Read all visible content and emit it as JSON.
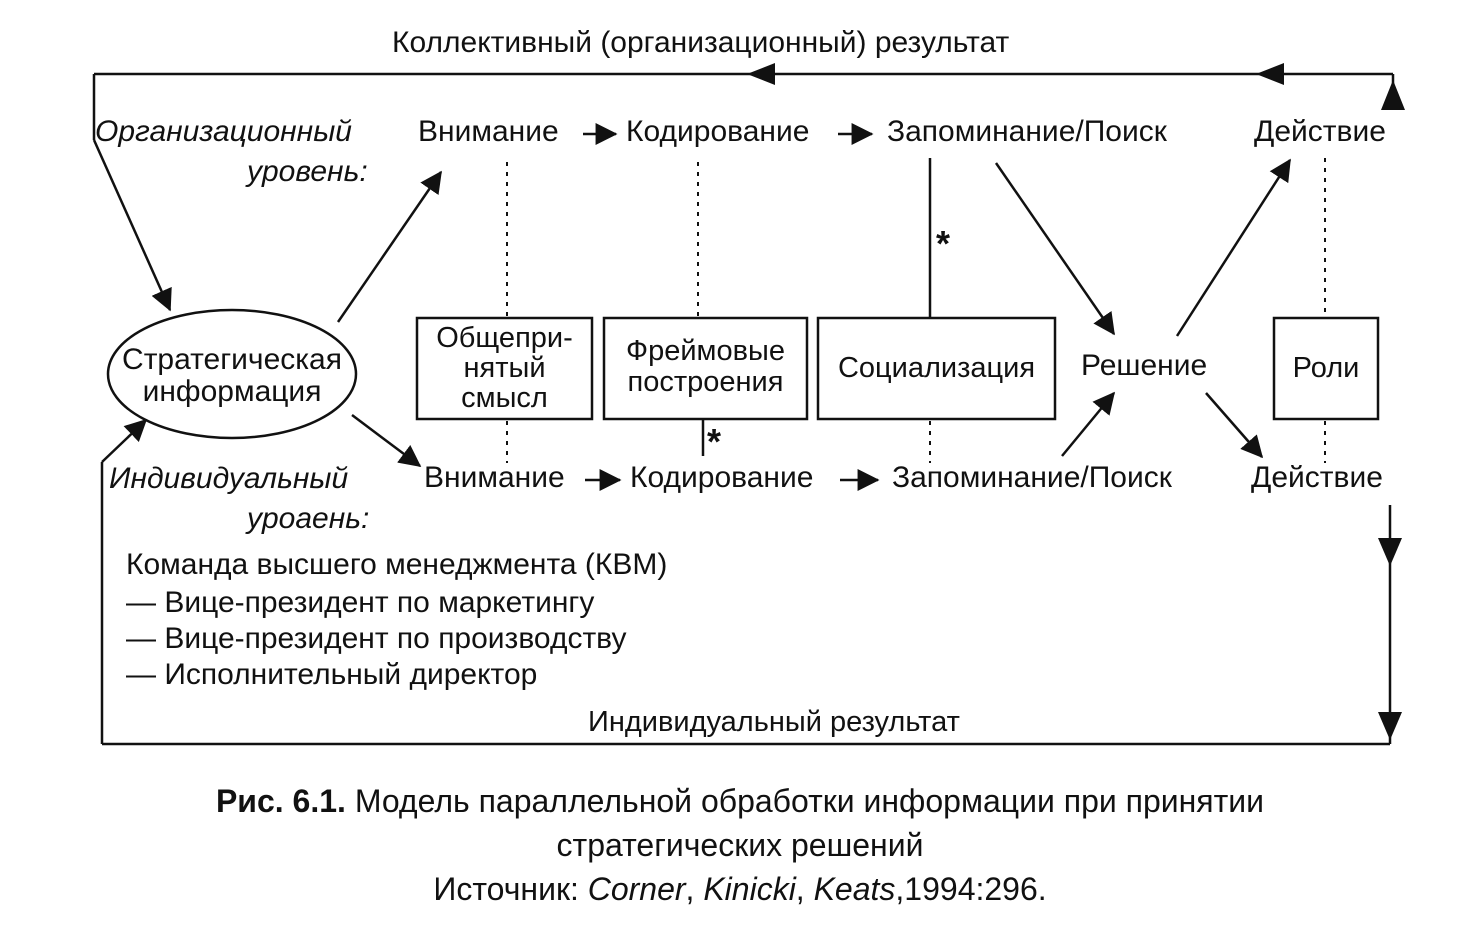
{
  "diagram": {
    "collective_result": "Коллективный (организационный) результат",
    "individual_result": "Индивидуальный результат",
    "org_level": {
      "line1": "Организационный",
      "line2": "уровень:"
    },
    "ind_level": {
      "line1": "Индивидуальный",
      "line2": "уроаень:"
    },
    "strategic_info": {
      "line1": "Стратегическая",
      "line2": "информация"
    },
    "org_steps": {
      "attention": "Внимание",
      "encoding": "Кодирование",
      "memory": "Запоминание/Поиск",
      "action": "Действие"
    },
    "ind_steps": {
      "attention": "Внимание",
      "encoding": "Кодирование",
      "memory": "Запоминание/Поиск",
      "action": "Действие"
    },
    "decision": "Решение",
    "boxes": {
      "common_sense": {
        "line1": "Общепри-",
        "line2": "нятый",
        "line3": "смысл"
      },
      "frames": {
        "line1": "Фреймовые",
        "line2": "построения"
      },
      "socialization": "Социализация",
      "roles": "Роли"
    },
    "asterisk": "*",
    "team": {
      "title": "Команда высшего менеджмента (КВМ)",
      "members": [
        "— Вице-президент по маркетингу",
        "— Вице-президент по производству",
        "— Исполнительный директор"
      ]
    }
  },
  "caption": {
    "label": "Рис. 6.1.",
    "title_line1": "Модель параллельной обработки информации при принятии",
    "title_line2": "стратегических решений",
    "source_prefix": "Источник:",
    "authors": [
      "Corner",
      "Kinicki",
      "Keats"
    ],
    "source_suffix": ",1994:296."
  }
}
